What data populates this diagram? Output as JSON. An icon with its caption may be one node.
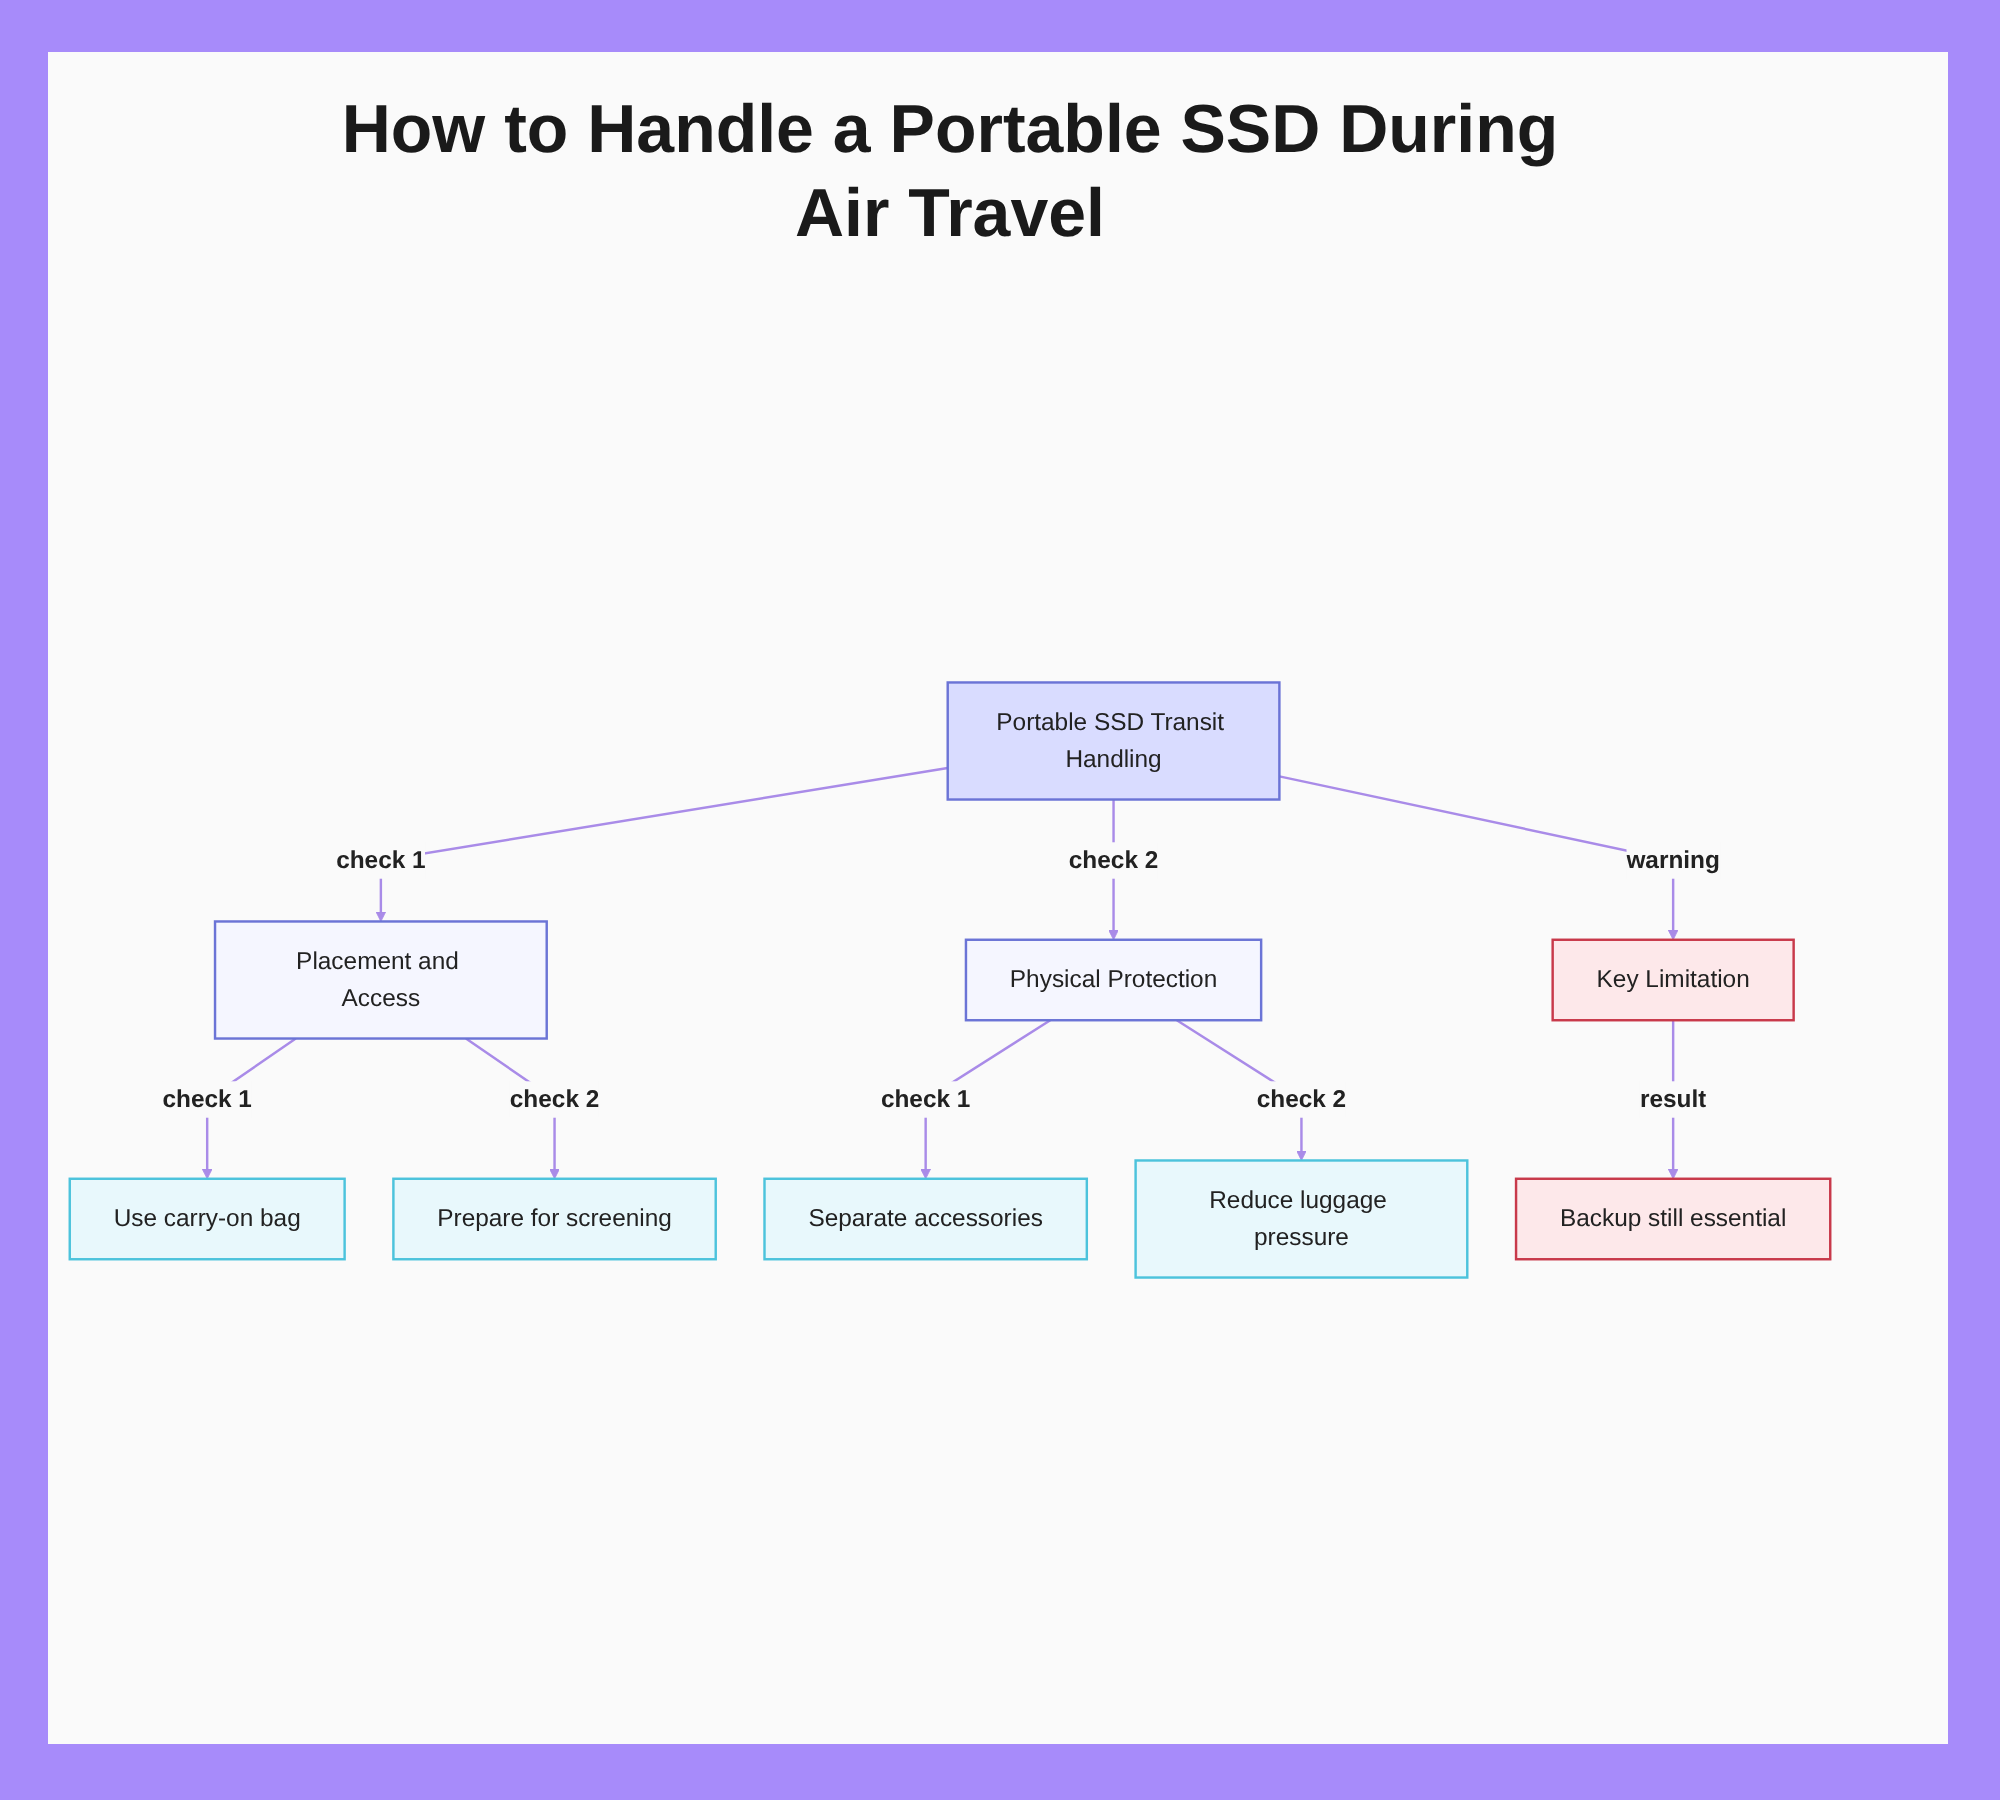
{
  "diagram": {
    "title": "How to Handle a Portable SSD During Air Travel",
    "nodes": [
      {
        "text": [
          "Portable SSD Transit Handling"
        ]
      },
      {
        "text": [
          "Placement and Access"
        ]
      },
      {
        "text": [
          "Physical Protection"
        ]
      },
      {
        "text": [
          "Key Limitation"
        ]
      },
      {
        "text": [
          "Use carry-on bag"
        ]
      },
      {
        "text": [
          "Prepare for screening"
        ]
      },
      {
        "text": [
          "Separate accessories"
        ]
      },
      {
        "text": [
          "Reduce luggage pressure"
        ]
      },
      {
        "text": [
          "Backup still essential"
        ]
      }
    ],
    "edges": [
      {
        "from": 0,
        "to": 1,
        "arrow": "to",
        "label": "check 1"
      },
      {
        "from": 0,
        "to": 2,
        "arrow": "to",
        "label": "check 2"
      },
      {
        "from": 0,
        "to": 3,
        "arrow": "to",
        "label": "warning"
      },
      {
        "from": 1,
        "to": 4,
        "arrow": "to",
        "label": "check 1"
      },
      {
        "from": 1,
        "to": 5,
        "arrow": "to",
        "label": "check 2"
      },
      {
        "from": 2,
        "to": 6,
        "arrow": "to",
        "label": "check 1"
      },
      {
        "from": 2,
        "to": 7,
        "arrow": "to",
        "label": "check 2"
      },
      {
        "from": 3,
        "to": 8,
        "arrow": "to",
        "label": "result"
      }
    ]
  }
}
